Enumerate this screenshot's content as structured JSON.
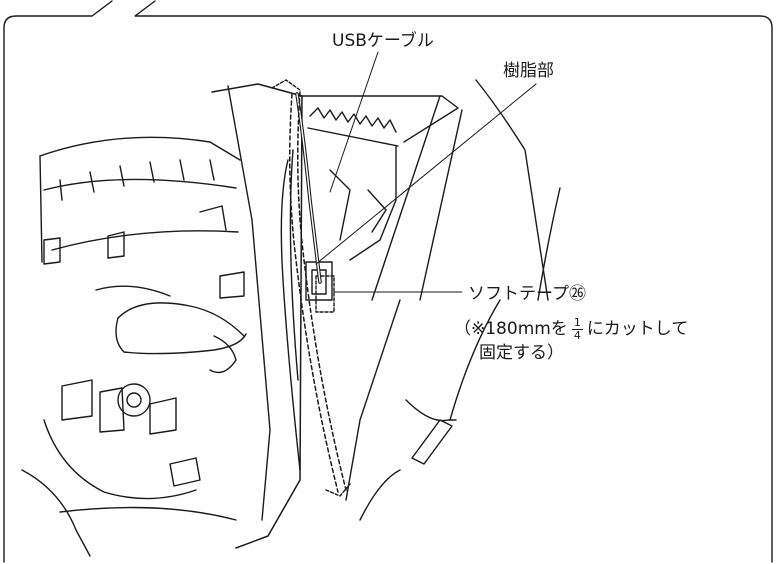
{
  "labels": {
    "usb_cable": "USBケーブル",
    "resin_part": "樹脂部",
    "soft_tape": "ソフトテープ㉖",
    "note_prefix": "（※180mmを",
    "fraction_num": "1",
    "fraction_den": "4",
    "note_suffix": "にカットして",
    "note_line2": "固定する）"
  }
}
